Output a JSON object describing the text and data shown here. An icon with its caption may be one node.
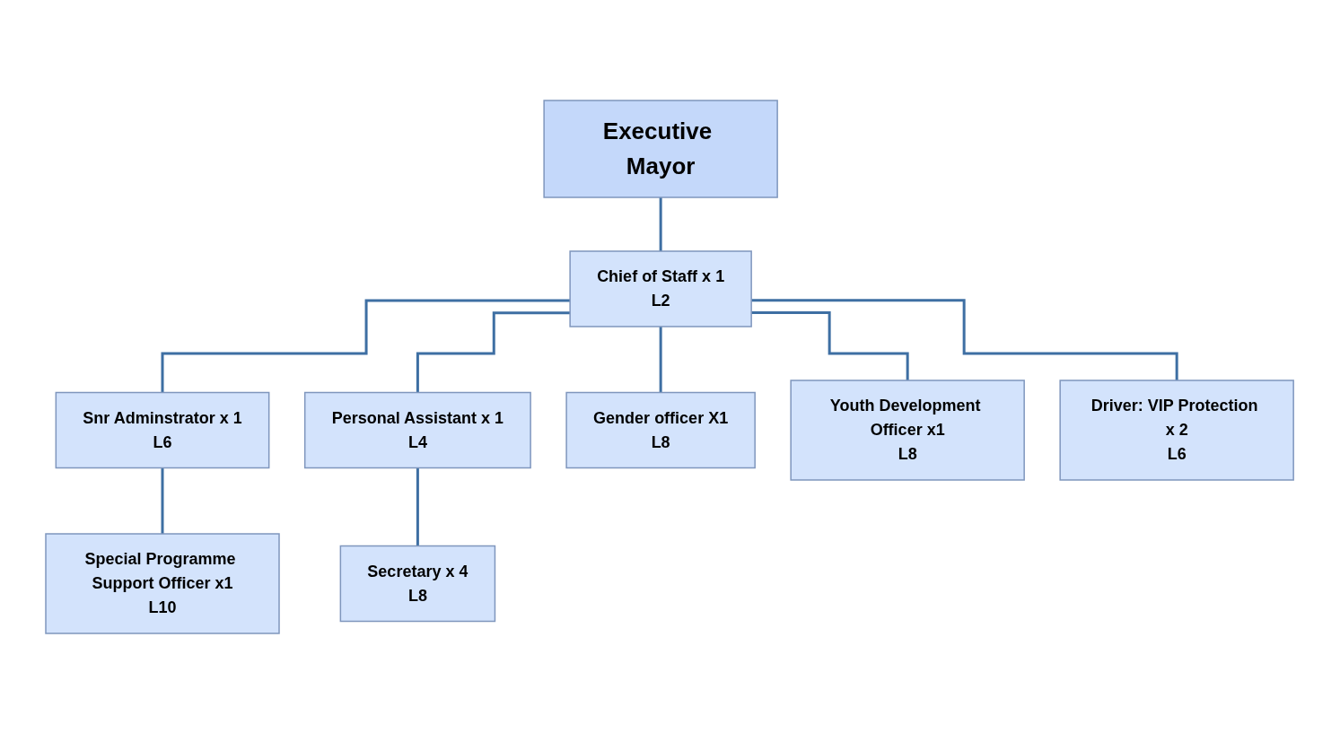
{
  "diagram": {
    "nodes": [
      {
        "text": [
          "Executive Mayor"
        ]
      },
      {
        "text": [
          "Chief of Staff x 1",
          "L2"
        ]
      },
      {
        "text": [
          "Snr Adminstrator x 1",
          "L6"
        ]
      },
      {
        "text": [
          "Personal Assistant x 1",
          "L4"
        ]
      },
      {
        "text": [
          "Secretary x 4",
          "L8"
        ]
      },
      {
        "text": [
          "Gender officer X1",
          "L8"
        ]
      },
      {
        "text": [
          "Special Programme Support Officer x1",
          "L10"
        ]
      },
      {
        "text": [
          "Youth Development Officer x1",
          "L8"
        ]
      },
      {
        "text": [
          "Driver: VIP Protection x 2",
          "L6"
        ]
      }
    ],
    "edges": [
      {
        "from": 0,
        "to": 1,
        "arrow": "none"
      },
      {
        "from": 1,
        "to": 2,
        "arrow": "none"
      },
      {
        "from": 1,
        "to": 3,
        "arrow": "none"
      },
      {
        "from": 3,
        "to": 4,
        "arrow": "none"
      },
      {
        "from": 1,
        "to": 5,
        "arrow": "none"
      },
      {
        "from": 2,
        "to": 6,
        "arrow": "none"
      },
      {
        "from": 1,
        "to": 7,
        "arrow": "none"
      },
      {
        "from": 1,
        "to": 8,
        "arrow": "none"
      }
    ]
  }
}
